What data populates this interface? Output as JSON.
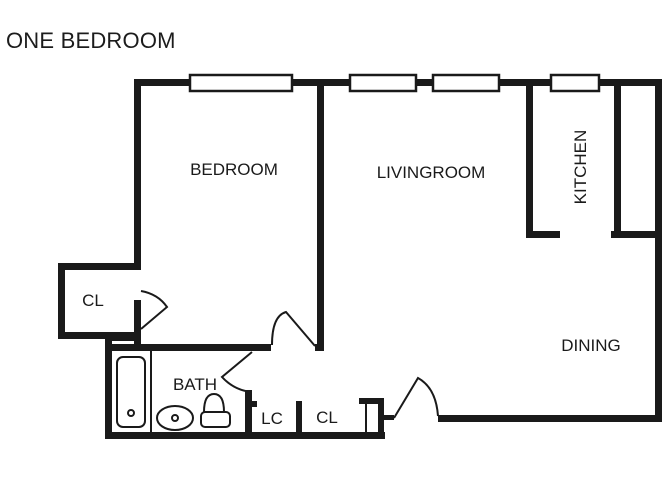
{
  "title": "ONE BEDROOM",
  "rooms": {
    "bedroom": "BEDROOM",
    "livingroom": "LIVINGROOM",
    "kitchen": "KITCHEN",
    "dining": "DINING",
    "bath": "BATH",
    "closet_bedroom": "CL",
    "linen_closet": "LC",
    "closet_hall": "CL"
  },
  "colors": {
    "wall": "#1a1a1a",
    "background": "#ffffff"
  }
}
